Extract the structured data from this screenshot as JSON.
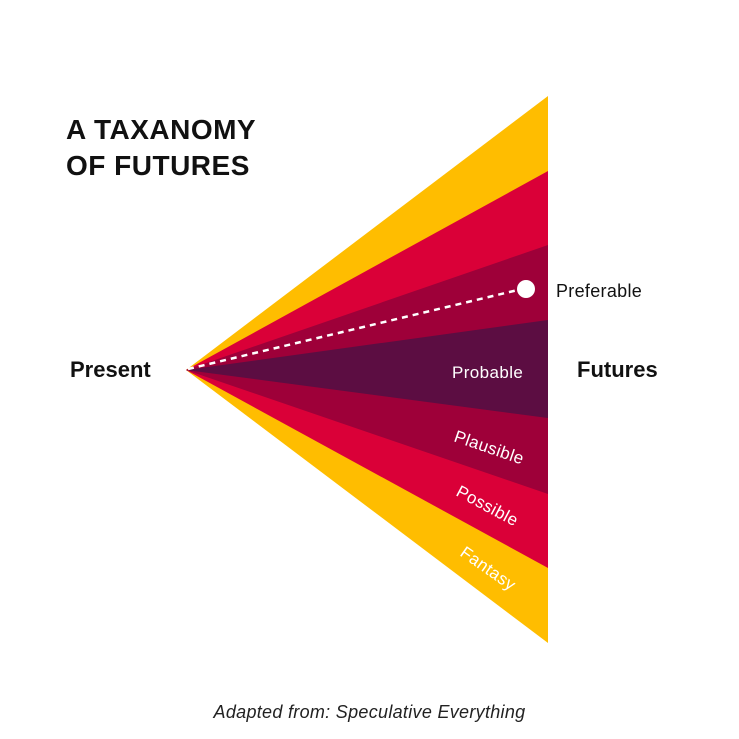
{
  "title": {
    "line1": "A TAXANOMY",
    "line2": "OF FUTURES"
  },
  "labels": {
    "present": "Present",
    "futures": "Futures",
    "preferable": "Preferable",
    "credit": "Adapted from: Speculative Everything"
  },
  "cones": [
    {
      "name": "fantasy",
      "label": "Fantasy",
      "color": "#FFBD00"
    },
    {
      "name": "possible",
      "label": "Possible",
      "color": "#DA0038"
    },
    {
      "name": "plausible",
      "label": "Plausible",
      "color": "#9E0039"
    },
    {
      "name": "probable",
      "label": "Probable",
      "color": "#5C0D42"
    }
  ],
  "preferable_marker": {
    "line": "dashed",
    "dot_color": "#ffffff"
  }
}
